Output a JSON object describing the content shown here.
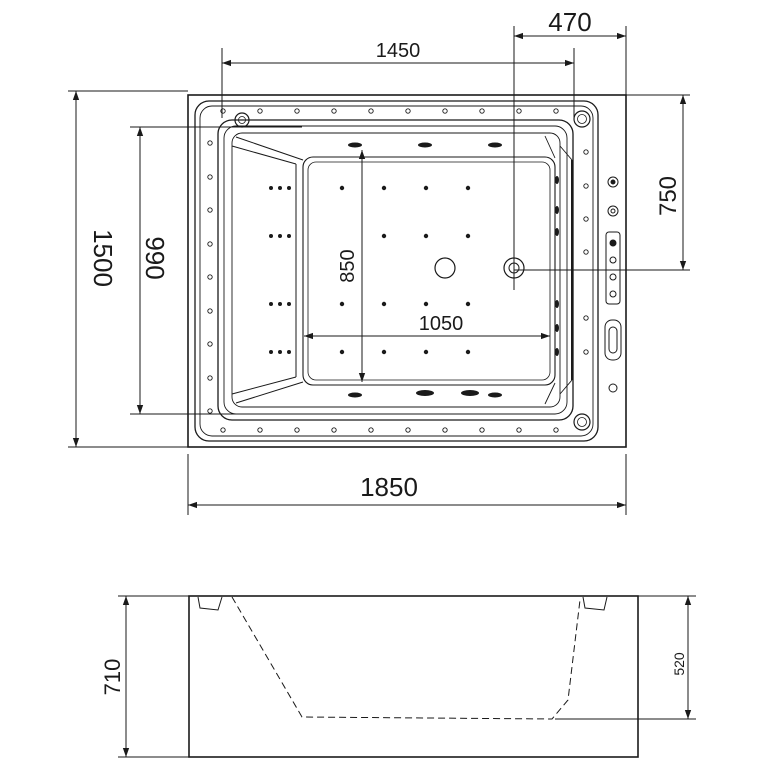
{
  "dimensions": {
    "overall_length": "1850",
    "inner_length": "1450",
    "drain_offset": "470",
    "overall_width": "1500",
    "inner_width": "990",
    "drain_to_edge": "750",
    "floor_length": "850",
    "floor_width": "1050",
    "total_height": "710",
    "inner_depth": "520"
  },
  "colors": {
    "line": "#1a1a1a",
    "background": "#ffffff"
  }
}
